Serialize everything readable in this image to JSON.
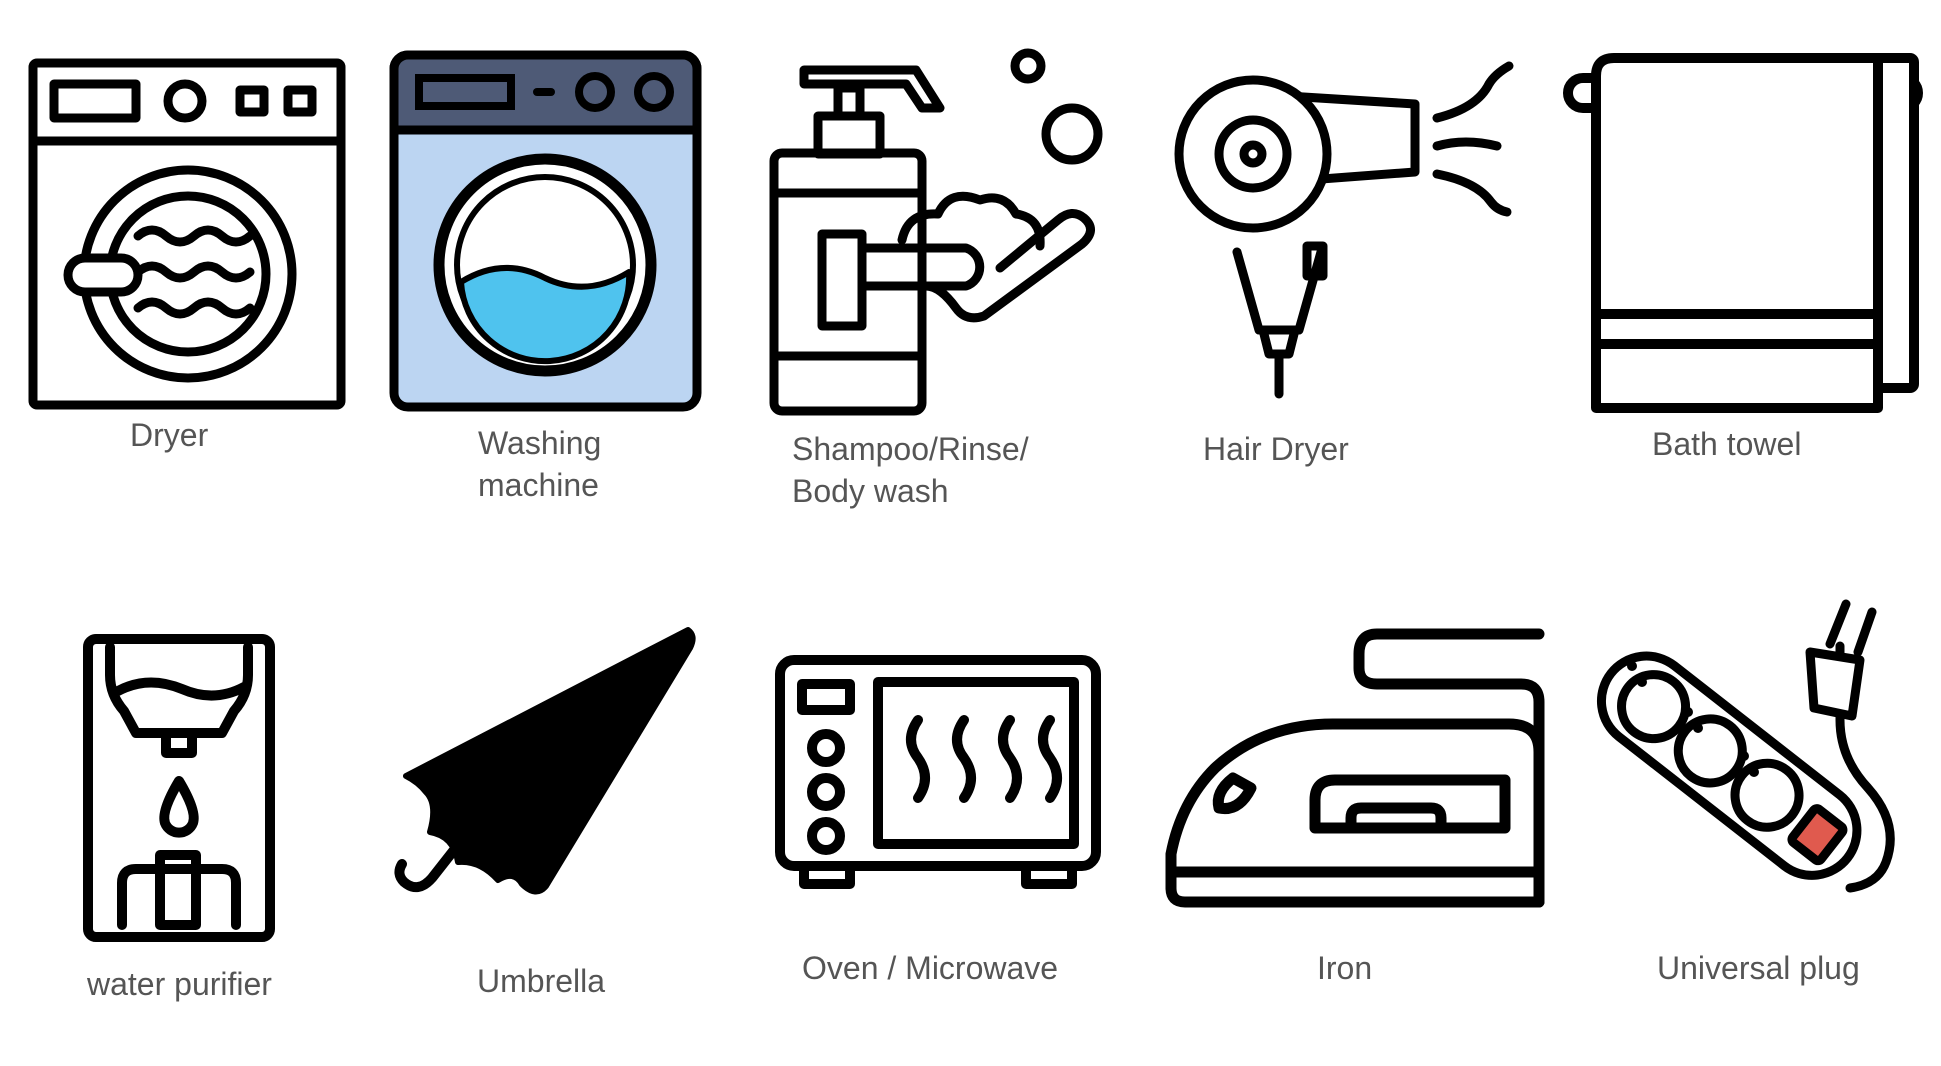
{
  "amenities": {
    "dryer": {
      "label": "Dryer",
      "icon": "dryer-icon"
    },
    "washing_machine": {
      "lines": [
        "Washing",
        "machine"
      ],
      "icon": "washing-machine-icon"
    },
    "shampoo": {
      "lines": [
        "Shampoo/Rinse/",
        "Body wash"
      ],
      "icon": "shampoo-bottle-hand-icon"
    },
    "hair_dryer": {
      "label": "Hair Dryer",
      "icon": "hair-dryer-icon"
    },
    "bath_towel": {
      "label": "Bath towel",
      "icon": "bath-towel-icon"
    },
    "water_purifier": {
      "label": "water purifier",
      "icon": "water-purifier-icon"
    },
    "umbrella": {
      "label": "Umbrella",
      "icon": "umbrella-icon"
    },
    "oven": {
      "label": "Oven / Microwave",
      "icon": "oven-microwave-icon"
    },
    "iron": {
      "label": "Iron",
      "icon": "iron-icon"
    },
    "universal_plug": {
      "label": "Universal plug",
      "icon": "power-strip-icon"
    }
  },
  "colors": {
    "outline": "#000000",
    "label_text": "#555555",
    "washer_frame": "#4e5a76",
    "washer_body": "#bcd5f2",
    "washer_water": "#4fc3ee",
    "plug_switch": "#e05a4e",
    "plug_body": "#ffffff"
  }
}
